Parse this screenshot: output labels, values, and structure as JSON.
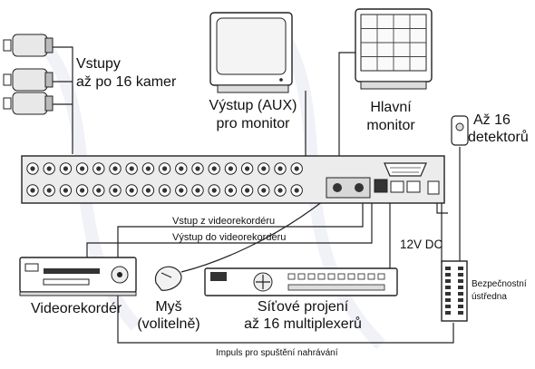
{
  "labels": {
    "cameras_line1": "Vstupy",
    "cameras_line2": "až po 16 kamer",
    "aux_line1": "Výstup (AUX)",
    "aux_line2": "pro monitor",
    "main_line1": "Hlavní",
    "main_line2": "monitor",
    "detectors_line1": "Až 16",
    "detectors_line2": "detektorů",
    "vcr_in": "Vstup z videorekordéru",
    "vcr_out": "Výstup do videorekordéru",
    "power": "12V DC",
    "vcr": "Videorekordér",
    "mouse_line1": "Myš",
    "mouse_line2": "(volitelně)",
    "network_line1": "Síťové projení",
    "network_line2": "až 16 multiplexerů",
    "alarm_line1": "Bezpečnostní",
    "alarm_line2": "ústředna",
    "trigger": "Impuls pro spuštění nahrávání"
  }
}
